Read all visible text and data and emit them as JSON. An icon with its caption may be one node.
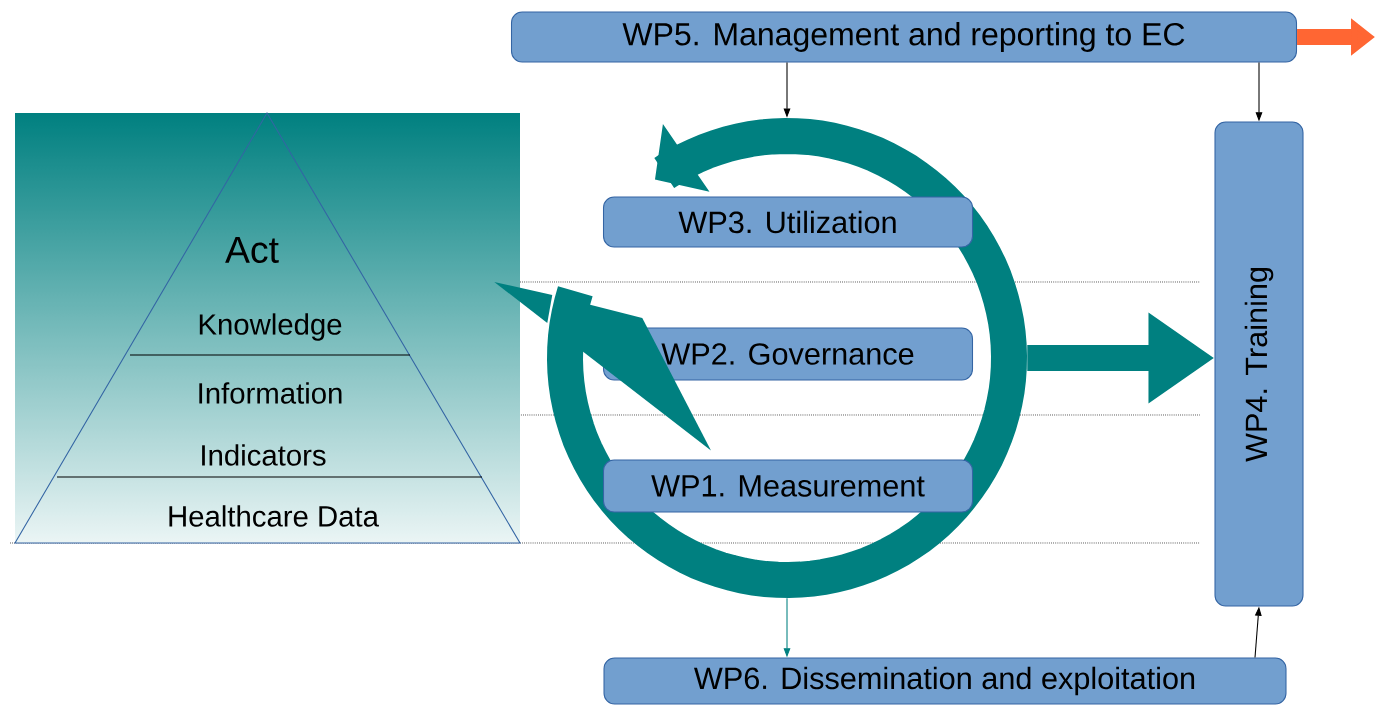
{
  "diagram": {
    "nodes": [
      {
        "text": [
          "WP5. Management and reporting to EC"
        ]
      },
      {
        "text": [],
        "shape": "circle"
      },
      {
        "text": [
          "WP3. Utilization"
        ],
        "in": 1
      },
      {
        "text": [
          "WP2. Governance"
        ],
        "in": 1
      },
      {
        "text": [
          "WP1. Measurement"
        ],
        "in": 1
      },
      {
        "text": [
          "Act",
          "Knowledge",
          "Information",
          "Indicators",
          "Healthcare Data"
        ]
      },
      {
        "text": [
          "WP4. Training"
        ]
      },
      {
        "text": [
          "WP6. Dissemination and exploitation"
        ]
      }
    ],
    "edges": [
      {
        "from": 0,
        "to": 1,
        "arrow": "to"
      },
      {
        "from": 0,
        "to": 6,
        "arrow": "to"
      },
      {
        "from": 1,
        "to": 6,
        "arrow": "to",
        "style": "thick",
        "color": "#008080"
      },
      {
        "from": 1,
        "to": 7,
        "arrow": "to",
        "color": "#008080"
      },
      {
        "from": 7,
        "to": 6,
        "arrow": "to"
      },
      {
        "from": 0,
        "to": null,
        "arrow": "to",
        "style": "thick",
        "color": "#ff6633"
      },
      {
        "from": 5,
        "to": 4,
        "arrow": "to",
        "style": "thick",
        "color": "#008080"
      }
    ]
  }
}
